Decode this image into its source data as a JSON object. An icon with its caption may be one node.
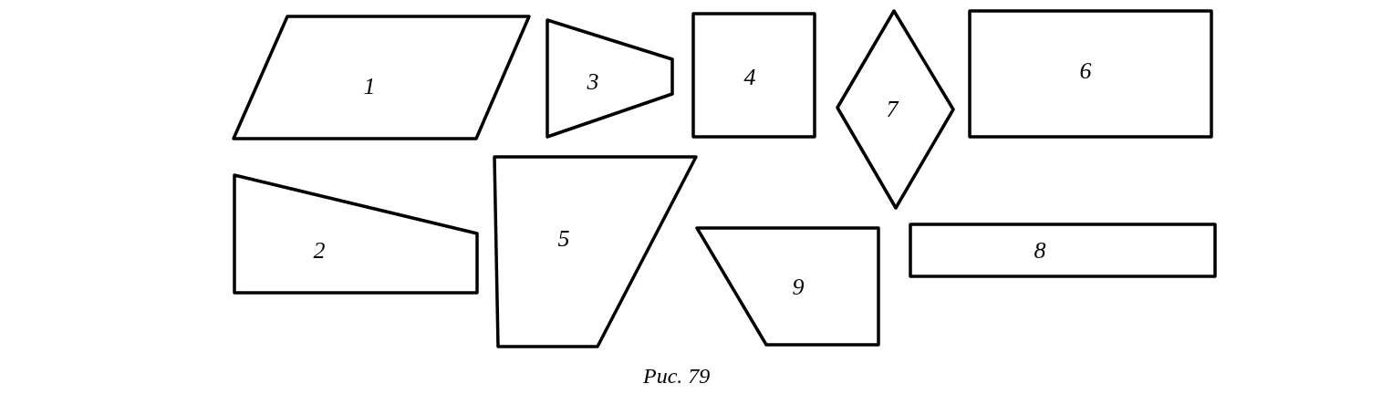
{
  "diagram": {
    "caption": "Рис. 79",
    "nodes": [
      {
        "text": [
          "1"
        ]
      },
      {
        "text": [
          "3"
        ]
      },
      {
        "text": [
          "4"
        ]
      },
      {
        "text": [
          "7"
        ]
      },
      {
        "text": [
          "6"
        ]
      },
      {
        "text": [
          "2"
        ]
      },
      {
        "text": [
          "5"
        ]
      },
      {
        "text": [
          "9"
        ]
      },
      {
        "text": [
          "8"
        ]
      }
    ]
  }
}
